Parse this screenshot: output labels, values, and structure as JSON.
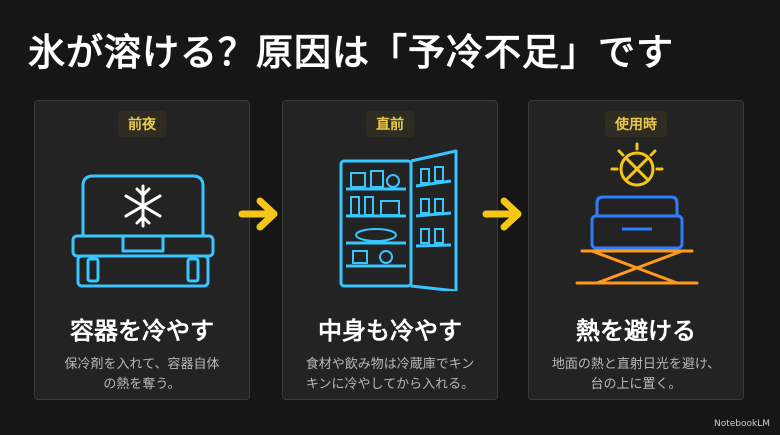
{
  "title": "氷が溶ける？原因は「予冷不足」です",
  "colors": {
    "accent_yellow": "#f5c518",
    "neon_blue": "#38c6ff",
    "neon_orange": "#ff9a1f"
  },
  "steps": [
    {
      "tag": "前夜",
      "heading": "容器を冷やす",
      "desc": [
        "保冷剤を入れて、容器自体",
        "の熱を奪う。"
      ],
      "icon": "cooler-snowflake-icon"
    },
    {
      "tag": "直前",
      "heading": "中身も冷やす",
      "desc": [
        "食材や飲み物は冷蔵庫でキン",
        "キンに冷やしてから入れる。"
      ],
      "icon": "refrigerator-icon"
    },
    {
      "tag": "使用時",
      "heading": "熱を避ける",
      "desc": [
        "地面の熱と直射日光を避け、",
        "台の上に置く。"
      ],
      "icon": "cooler-on-stand-sun-icon"
    }
  ],
  "watermark": "NotebookLM"
}
